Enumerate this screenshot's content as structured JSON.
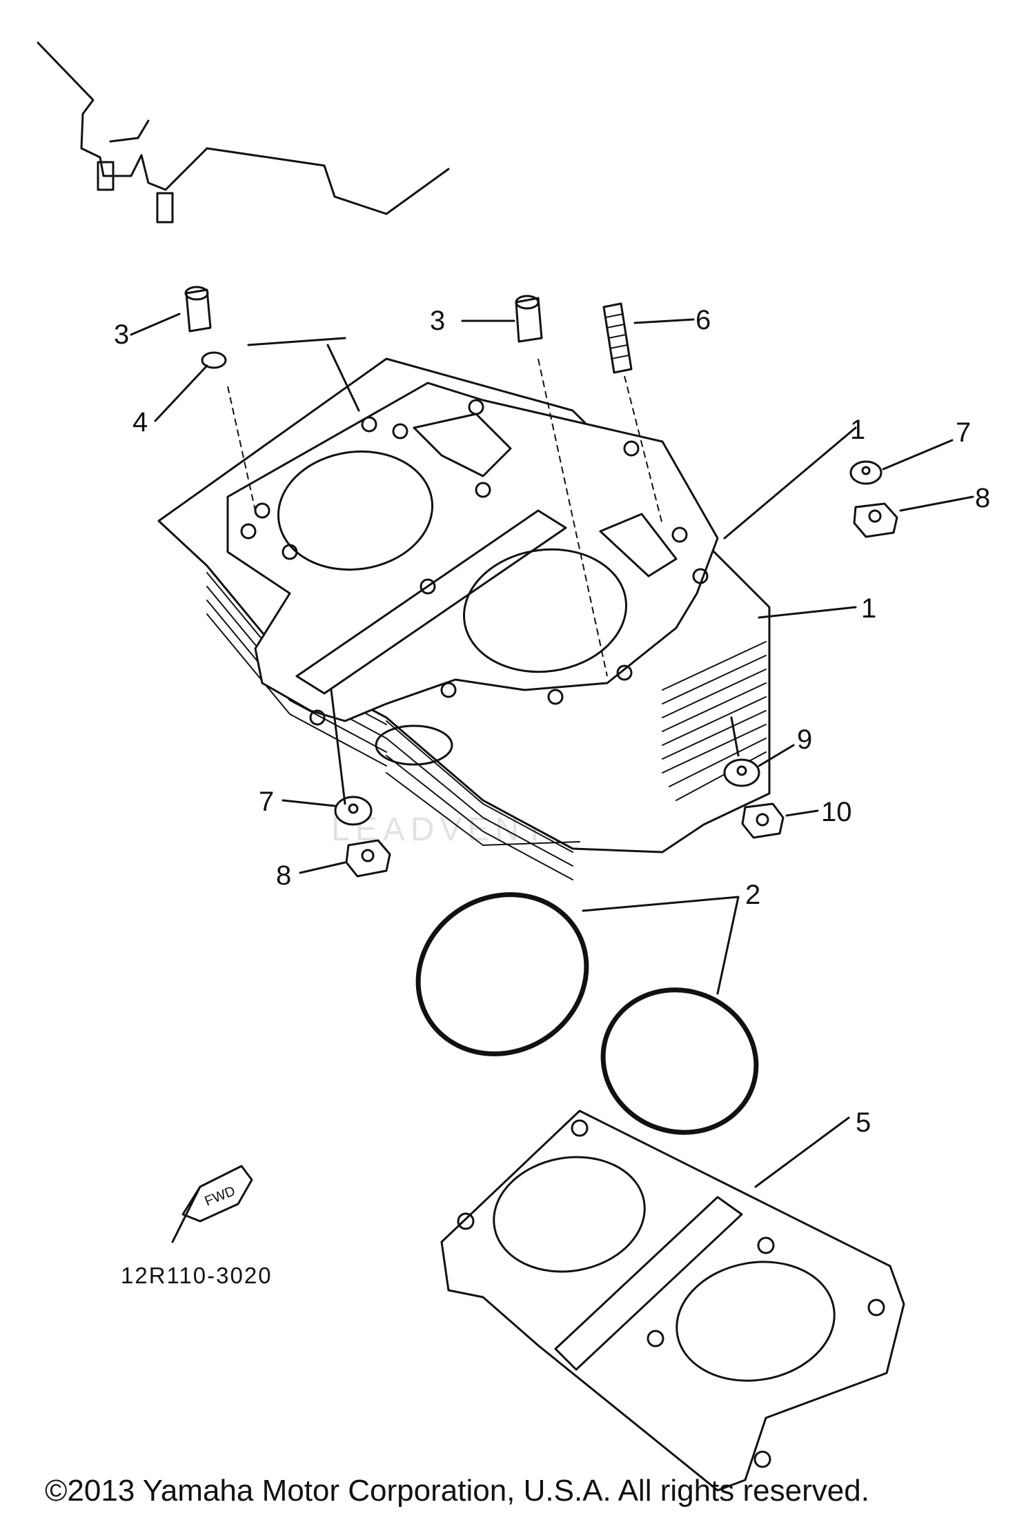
{
  "diagram": {
    "callouts": [
      {
        "id": "c1",
        "text": "1"
      },
      {
        "id": "c2",
        "text": "2"
      },
      {
        "id": "c3a",
        "text": "3"
      },
      {
        "id": "c3b",
        "text": "3"
      },
      {
        "id": "c4",
        "text": "4"
      },
      {
        "id": "c5",
        "text": "5"
      },
      {
        "id": "c6",
        "text": "6"
      },
      {
        "id": "c7a",
        "text": "7"
      },
      {
        "id": "c7b",
        "text": "7"
      },
      {
        "id": "c8a",
        "text": "8"
      },
      {
        "id": "c8b",
        "text": "8"
      },
      {
        "id": "c9",
        "text": "9"
      },
      {
        "id": "c10",
        "text": "10"
      }
    ],
    "fwd_badge": "FWD",
    "figure_code": "12R110-3020",
    "watermark": "LEADVENTURE",
    "copyright": "©2013 Yamaha Motor Corporation, U.S.A. All rights reserved."
  }
}
